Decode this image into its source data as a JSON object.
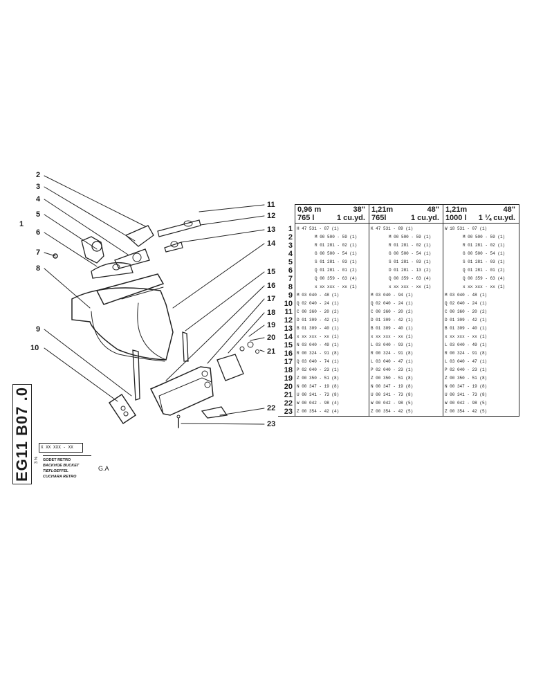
{
  "document": {
    "vertical_code": "EG11 B07 .0",
    "reference": "X XX XXX - XX",
    "reference_sub": "3 %",
    "names": [
      "GODET RETRO",
      "BACKHOE BUCKET",
      "TIEFLOEFFEL",
      "CUCHARA RETRO"
    ],
    "ga_label": "G.A"
  },
  "drawing": {
    "assembly_label": "1",
    "callouts": [
      "2",
      "3",
      "4",
      "5",
      "6",
      "7",
      "8",
      "9",
      "10",
      "11",
      "12",
      "13",
      "14",
      "15",
      "16",
      "17",
      "18",
      "19",
      "20",
      "21",
      "22",
      "23"
    ]
  },
  "table": {
    "columns": [
      {
        "size": "0,96 m",
        "width": "38\"",
        "volume": "765 l",
        "capacity": "1 cu.yd."
      },
      {
        "size": "1,21m",
        "width": "48\"",
        "volume": "765l",
        "capacity": "1 cu.yd."
      },
      {
        "size": "1,21m",
        "width": "48\"",
        "volume": "1000 l",
        "capacity": "1 ¼ cu.yd."
      }
    ],
    "rows": [
      {
        "pos": "1",
        "c1": "H 47 531 - 87 (1)",
        "c2": "K 47 531 - 89 (1)",
        "c3": "W 18 531 - 07 (1)",
        "indent": false
      },
      {
        "pos": "2",
        "c1": "M 00 500 - 59 (1)",
        "c2": "M 00 500 - 59 (1)",
        "c3": "M 00 500 - 59 (1)",
        "indent": true
      },
      {
        "pos": "3",
        "c1": "R 01 281 - 02 (1)",
        "c2": "R 01 281 - 02 (1)",
        "c3": "R 01 281 - 02 (1)",
        "indent": true
      },
      {
        "pos": "4",
        "c1": "G 00 500 - 54 (1)",
        "c2": "G 00 500 - 54 (1)",
        "c3": "G 00 500 - 54 (1)",
        "indent": true
      },
      {
        "pos": "5",
        "c1": "S 01 281 - 03 (1)",
        "c2": "S 01 281 - 03 (1)",
        "c3": "S 01 281 - 03 (1)",
        "indent": true
      },
      {
        "pos": "6",
        "c1": "Q 01 281 - 01 (2)",
        "c2": "D 01 281 - 13 (2)",
        "c3": "Q 01 281 - 01 (2)",
        "indent": true
      },
      {
        "pos": "7",
        "c1": "Q 00 359 - 63 (4)",
        "c2": "Q 00 359 - 63 (4)",
        "c3": "Q 00 359 - 63 (4)",
        "indent": true
      },
      {
        "pos": "8",
        "c1": "x xx xxx - xx (1)",
        "c2": "x xx xxx - xx (1)",
        "c3": "x xx xxx - xx (1)",
        "indent": true
      },
      {
        "pos": "9",
        "c1": "M 03 040 - 48 (1)",
        "c2": "M 03 040 - 94 (1)",
        "c3": "M 03 040 - 48 (1)",
        "indent": false
      },
      {
        "pos": "10",
        "c1": "Q 02 040 - 24 (1)",
        "c2": "Q 02 040 - 24 (1)",
        "c3": "Q 02 040 - 24 (1)",
        "indent": false
      },
      {
        "pos": "11",
        "c1": "C 00 360 - 20 (2)",
        "c2": "C 00 360 - 20 (2)",
        "c3": "C 00 360 - 20 (2)",
        "indent": false
      },
      {
        "pos": "12",
        "c1": "D 01 309 - 42 (1)",
        "c2": "D 01 309 - 42 (1)",
        "c3": "D 01 309 - 42 (1)",
        "indent": false
      },
      {
        "pos": "13",
        "c1": "B 01 309 - 40 (1)",
        "c2": "B 01 309 - 40 (1)",
        "c3": "B 01 309 - 40 (1)",
        "indent": false
      },
      {
        "pos": "14",
        "c1": "x xx xxx - xx (1)",
        "c2": "x xx xxx - xx (1)",
        "c3": "x xx xxx - xx (1)",
        "indent": false
      },
      {
        "pos": "15",
        "c1": "N 03 040 - 49 (1)",
        "c2": "L 03 040 - 93 (1)",
        "c3": "L 03 040 - 49 (1)",
        "indent": false
      },
      {
        "pos": "16",
        "c1": "R 00 324 - 91 (8)",
        "c2": "R 00 324 - 91 (8)",
        "c3": "R 00 324 - 91 (8)",
        "indent": false
      },
      {
        "pos": "17",
        "c1": "Q 03 040 - 74 (1)",
        "c2": "L 03 040 - 47 (1)",
        "c3": "L 03 040 - 47 (1)",
        "indent": false
      },
      {
        "pos": "18",
        "c1": "P 02 040 - 23 (1)",
        "c2": "P 02 040 - 23 (1)",
        "c3": "P 02 040 - 23 (1)",
        "indent": false
      },
      {
        "pos": "19",
        "c1": "Z 00 350 - 51 (8)",
        "c2": "Z 00 350 - 51 (8)",
        "c3": "Z 00 350 - 51 (8)",
        "indent": false
      },
      {
        "pos": "20",
        "c1": "N 00 347 - 19 (8)",
        "c2": "N 00 347 - 19 (8)",
        "c3": "N 00 347 - 19 (8)",
        "indent": false
      },
      {
        "pos": "21",
        "c1": "U 00 341 - 73 (8)",
        "c2": "U 00 341 - 73 (8)",
        "c3": "U 00 341 - 73 (8)",
        "indent": false
      },
      {
        "pos": "22",
        "c1": "W 00 042 - 98 (4)",
        "c2": "W 00 042 - 98 (5)",
        "c3": "W 00 042 - 98 (5)",
        "indent": false
      },
      {
        "pos": "23",
        "c1": "Z 00 354 - 42 (4)",
        "c2": "Z 00 354 - 42 (5)",
        "c3": "Z 00 354 - 42 (5)",
        "indent": false
      }
    ]
  }
}
